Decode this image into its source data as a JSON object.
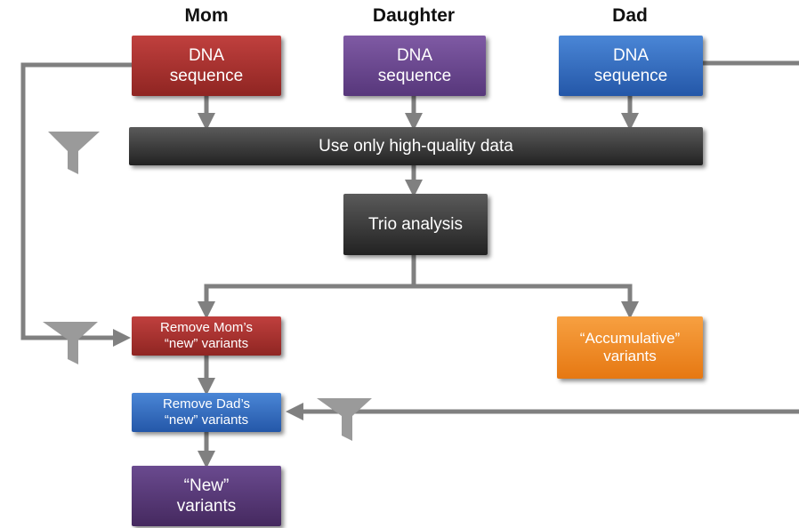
{
  "headers": {
    "mom": "Mom",
    "daughter": "Daughter",
    "dad": "Dad"
  },
  "boxes": {
    "mom_dna": "DNA\nsequence",
    "daughter_dna": "DNA\nsequence",
    "dad_dna": "DNA\nsequence",
    "quality_filter": "Use only high-quality data",
    "trio_analysis": "Trio analysis",
    "remove_mom": "Remove Mom’s\n“new” variants",
    "accumulative": "“Accumulative”\nvariants",
    "remove_dad": "Remove Dad’s\n“new” variants",
    "new_variants": "“New”\nvariants"
  },
  "colors": {
    "mom": "#a83331",
    "daughter": "#6b4892",
    "dad": "#3a72c4",
    "dark": "#3c3c3c",
    "accumulative": "#f08a25",
    "new": "#55386f",
    "connector": "#808080",
    "filter": "#9a9a9a"
  },
  "icons": {
    "filter": "funnel-icon",
    "arrow": "arrow-icon"
  }
}
